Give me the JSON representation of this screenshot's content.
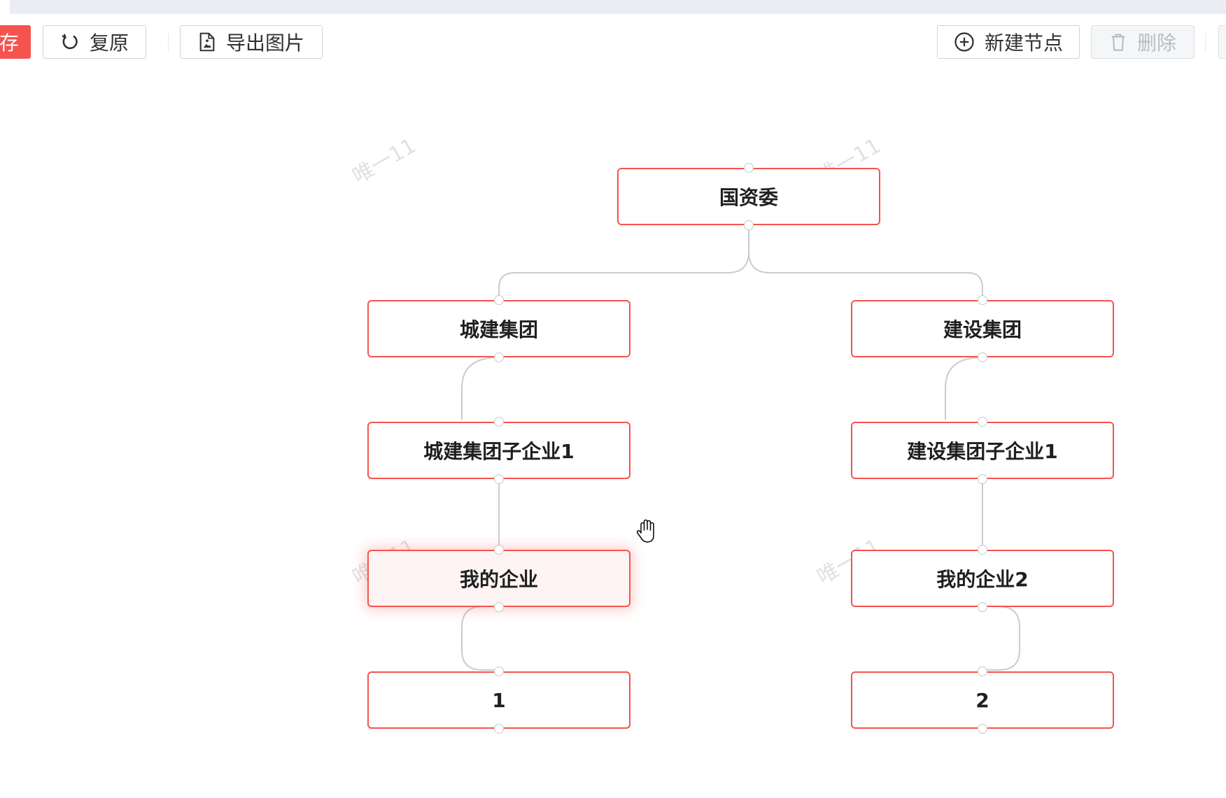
{
  "toolbar": {
    "save_label": "存",
    "restore_label": "复原",
    "export_label": "导出图片",
    "new_node_label": "新建节点",
    "delete_label": "删除"
  },
  "icons": {
    "restore": "refresh-icon",
    "export": "image-file-icon",
    "new_node": "plus-circle-icon",
    "delete": "trash-icon",
    "cursor": "hand-cursor-icon"
  },
  "colors": {
    "accent": "#f5534e",
    "node_border": "#f5534e",
    "edge": "#cccccc",
    "toolbar_strip": "#eaedf4"
  },
  "watermark": "唯一11",
  "nodes": {
    "root": "国资委",
    "chengjian": "城建集团",
    "jianshe": "建设集团",
    "chengjian_sub": "城建集团子企业1",
    "jianshe_sub": "建设集团子企业1",
    "my_enterprise": "我的企业",
    "my_enterprise2": "我的企业2",
    "leaf1": "1",
    "leaf2": "2"
  },
  "selected_node": "我的企业"
}
